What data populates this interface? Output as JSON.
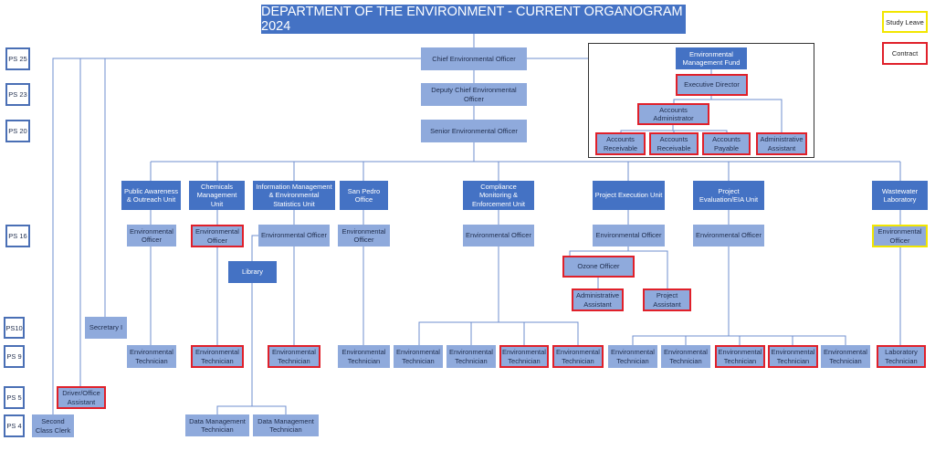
{
  "title": "DEPARTMENT OF THE ENVIRONMENT - CURRENT ORGANOGRAM 2024",
  "legend": {
    "study_leave": "Study Leave",
    "contract": "Contract",
    "study_leave_color": "#f2e600",
    "contract_color": "#e0202a"
  },
  "pay_scales": [
    "PS 25",
    "PS 23",
    "PS 20",
    "PS 16",
    "PS10",
    "PS 9",
    "PS 5",
    "PS 4"
  ],
  "leadership": {
    "chief": "Chief Environmental Officer",
    "deputy": "Deputy Chief Environmental Officer",
    "senior": "Senior Environmental Officer"
  },
  "support": {
    "secretary": "Secretary I",
    "driver": "Driver/Office Assistant",
    "clerk": "Second Class Clerk"
  },
  "emf": {
    "name": "Environmental Management Fund",
    "executive_director": "Executive Director",
    "accounts_administrator": "Accounts Administrator",
    "accounts_receivable_1": "Accounts Receivable",
    "accounts_receivable_2": "Accounts Receivable",
    "accounts_payable": "Accounts Payable",
    "administrative_assistant": "Administrative Assistant"
  },
  "units": [
    {
      "name": "Public Awareness & Outreach Unit",
      "officer": "Environmental Officer",
      "technicians": [
        "Environmental Technician"
      ]
    },
    {
      "name": "Chemicals Management Unit",
      "officer": "Environmental Officer",
      "technicians": [
        "Environmental Technician"
      ]
    },
    {
      "name": "Information Management & Environmental Statistics Unit",
      "officer": "Environmental Officer",
      "library": "Library",
      "technicians": [
        "Environmental Technician"
      ],
      "data_technicians": [
        "Data Management Technician",
        "Data Management Technician"
      ]
    },
    {
      "name": "San Pedro Office",
      "officer": "Environmental Officer",
      "technicians": [
        "Environmental Technician"
      ]
    },
    {
      "name": "Compliance Monitoring & Enforcement Unit",
      "officer": "Environmental Officer",
      "technicians": [
        "Environmental Technician",
        "Environmental Technician",
        "Environmental Technician",
        "Environmental Technician"
      ]
    },
    {
      "name": "Project Execution Unit",
      "officer": "Environmental Officer",
      "ozone_officer": "Ozone Officer",
      "administrative_assistant": "Administrative Assistant",
      "project_assistant": "Project Assistant"
    },
    {
      "name": "Project Evaluation/EIA Unit",
      "officer": "Environmental Officer",
      "technicians": [
        "Environmental Technician",
        "Environmental Technician",
        "Environmental Technician",
        "Environmental Technician",
        "Environmental Technician"
      ]
    },
    {
      "name": "Wastewater Laboratory",
      "officer": "Environmental Officer",
      "technicians": [
        "Laboratory Technician"
      ]
    }
  ]
}
